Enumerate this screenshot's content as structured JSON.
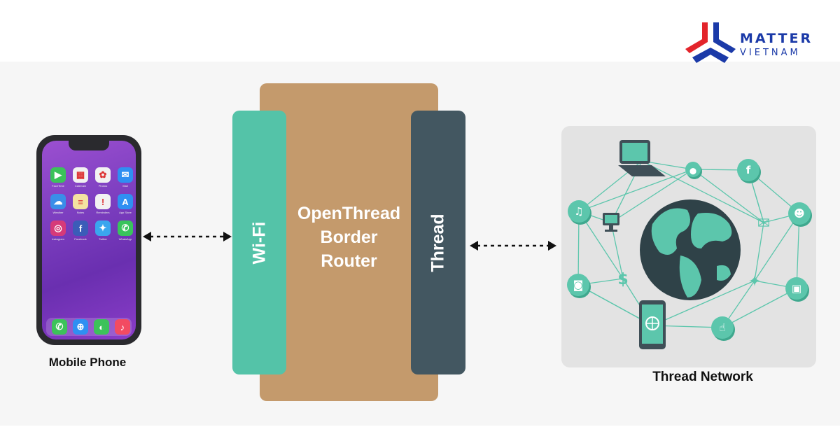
{
  "logo": {
    "line1": "MATTER",
    "line2": "VIETNAM",
    "colors": {
      "red": "#e3242b",
      "blue": "#1b3aa8"
    }
  },
  "phone": {
    "label": "Mobile Phone",
    "apps": [
      {
        "icon": "facetime-icon",
        "color": "#3cc25a",
        "glyph": "▶",
        "label": "FaceTime"
      },
      {
        "icon": "calendar-icon",
        "color": "#f2f2f2",
        "glyph": "▦",
        "label": "Calendar"
      },
      {
        "icon": "photos-icon",
        "color": "#f2f2f2",
        "glyph": "✿",
        "label": "Photos"
      },
      {
        "icon": "mail-icon",
        "color": "#2f8ff2",
        "glyph": "✉",
        "label": "Mail"
      },
      {
        "icon": "weather-icon",
        "color": "#3a8ee8",
        "glyph": "☁",
        "label": "Weather"
      },
      {
        "icon": "notes-icon",
        "color": "#f4e3a1",
        "glyph": "≡",
        "label": "Notes"
      },
      {
        "icon": "reminders-icon",
        "color": "#f2f2f2",
        "glyph": "!",
        "label": "Reminders"
      },
      {
        "icon": "appstore-icon",
        "color": "#2f8ff2",
        "glyph": "A",
        "label": "App Store"
      },
      {
        "icon": "instagram-icon",
        "color": "#d63a7a",
        "glyph": "◎",
        "label": "Instagram"
      },
      {
        "icon": "facebook-icon",
        "color": "#3b5cb8",
        "glyph": "f",
        "label": "Facebook"
      },
      {
        "icon": "twitter-icon",
        "color": "#3aa6ee",
        "glyph": "✦",
        "label": "Twitter"
      },
      {
        "icon": "whatsapp-icon",
        "color": "#39c35c",
        "glyph": "✆",
        "label": "WhatsApp"
      }
    ],
    "dock": [
      {
        "icon": "phone-icon",
        "color": "#3cc25a",
        "glyph": "✆"
      },
      {
        "icon": "safari-icon",
        "color": "#2f8ff2",
        "glyph": "⊕"
      },
      {
        "icon": "messages-icon",
        "color": "#3cc25a",
        "glyph": "◐"
      },
      {
        "icon": "music-icon",
        "color": "#f24b62",
        "glyph": "♪"
      }
    ]
  },
  "router": {
    "title_lines": [
      "OpenThread",
      "Border",
      "Router"
    ],
    "wifi_label": "Wi-Fi",
    "thread_label": "Thread",
    "colors": {
      "router": "#c49a6c",
      "wifi": "#54c3a8",
      "thread": "#435761"
    }
  },
  "network": {
    "label": "Thread Network",
    "colors": {
      "node": "#5cc6ac",
      "dark": "#3f4f57",
      "globe_sea": "#2f4248",
      "globe_land": "#5cc6ac"
    },
    "nodes": [
      {
        "icon": "laptop-icon"
      },
      {
        "icon": "location-pin-icon"
      },
      {
        "icon": "facebook-icon"
      },
      {
        "icon": "music-note-icon"
      },
      {
        "icon": "desktop-monitor-icon"
      },
      {
        "icon": "mail-icon"
      },
      {
        "icon": "user-icon"
      },
      {
        "icon": "camera-icon"
      },
      {
        "icon": "dollar-icon"
      },
      {
        "icon": "twitter-icon"
      },
      {
        "icon": "image-icon"
      },
      {
        "icon": "smartphone-icon"
      },
      {
        "icon": "thumbs-up-icon"
      }
    ]
  }
}
